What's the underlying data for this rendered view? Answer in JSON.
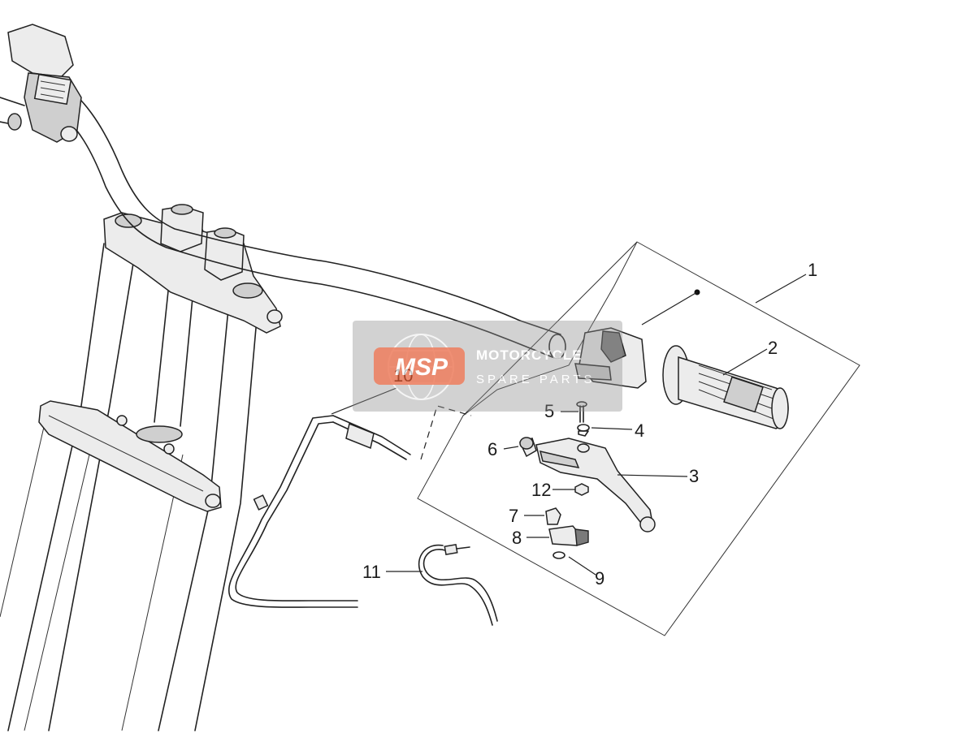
{
  "callouts": [
    {
      "id": "1",
      "label": "1"
    },
    {
      "id": "2",
      "label": "2"
    },
    {
      "id": "3",
      "label": "3"
    },
    {
      "id": "4",
      "label": "4"
    },
    {
      "id": "5",
      "label": "5"
    },
    {
      "id": "6",
      "label": "6"
    },
    {
      "id": "7",
      "label": "7"
    },
    {
      "id": "8",
      "label": "8"
    },
    {
      "id": "9",
      "label": "9"
    },
    {
      "id": "10",
      "label": "10"
    },
    {
      "id": "11",
      "label": "11"
    },
    {
      "id": "12",
      "label": "12"
    }
  ],
  "watermark": {
    "logo_text": "MSP",
    "brand": "MOTORCYCLE",
    "subtitle": "SPARE PARTS",
    "logo_color": "#e8542a"
  }
}
